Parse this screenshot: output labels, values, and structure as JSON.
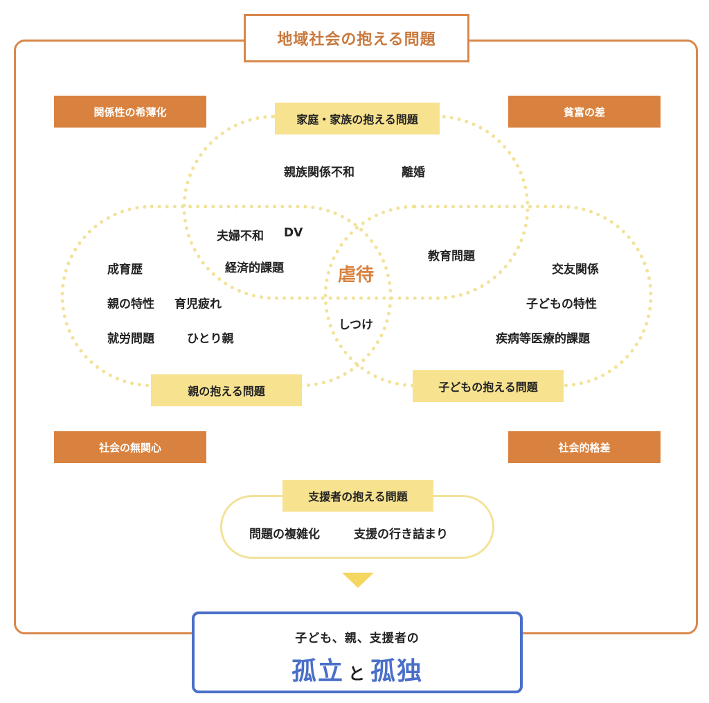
{
  "title": "地域社会の抱える問題",
  "society_tags": {
    "top_left": "関係性の希薄化",
    "top_right": "貧富の差",
    "bottom_left": "社会の無関心",
    "bottom_right": "社会的格差"
  },
  "family": {
    "label": "家庭・家族の抱える問題",
    "items": [
      "親族関係不和",
      "離婚"
    ]
  },
  "parent": {
    "label": "親の抱える問題",
    "items": [
      "成育歴",
      "親の特性",
      "育児疲れ",
      "就労問題",
      "ひとり親"
    ]
  },
  "child": {
    "label": "子どもの抱える問題",
    "items": [
      "交友関係",
      "子どもの特性",
      "疾病等医療的課題"
    ]
  },
  "overlaps": {
    "family_parent": [
      "夫婦不和",
      "DV",
      "経済的課題"
    ],
    "family_child": [
      "教育問題"
    ],
    "parent_child": [
      "しつけ"
    ],
    "center": "虐待"
  },
  "supporter": {
    "label": "支援者の抱える問題",
    "items": [
      "問題の複雑化",
      "支援の行き詰まり"
    ]
  },
  "result": {
    "subtitle": "子ども、親、支援者の",
    "word1": "孤立",
    "conjunction": "と",
    "word2": "孤独"
  },
  "colors": {
    "frame": "#d9874a",
    "tag": "#d9823f",
    "label": "#f7e28f",
    "venn_dots": "#f2e29a",
    "result_border": "#4a6fc9"
  }
}
